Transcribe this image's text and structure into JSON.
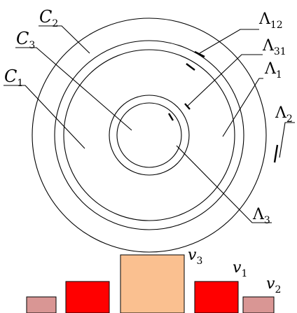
{
  "diagram": {
    "regions": [
      {
        "id": "C2",
        "letter": "C",
        "sub": "2"
      },
      {
        "id": "C3",
        "letter": "C",
        "sub": "3"
      },
      {
        "id": "C1",
        "letter": "C",
        "sub": "1"
      }
    ],
    "boundaries": [
      {
        "id": "L12",
        "letter": "Λ",
        "sub": "12"
      },
      {
        "id": "L31",
        "letter": "Λ",
        "sub": "31"
      },
      {
        "id": "L1",
        "letter": "Λ",
        "sub": "1"
      },
      {
        "id": "L2",
        "letter": "Λ",
        "sub": "2"
      },
      {
        "id": "L3",
        "letter": "Λ",
        "sub": "3"
      }
    ]
  },
  "bars": [
    {
      "id": "b1",
      "color": "#d99694"
    },
    {
      "id": "b2",
      "color": "#ff0000"
    },
    {
      "id": "b3",
      "color": "#fac090",
      "label": "v",
      "sub": "3"
    },
    {
      "id": "b4",
      "color": "#ff0000",
      "label": "v",
      "sub": "1"
    },
    {
      "id": "b5",
      "color": "#d99694",
      "label": "v",
      "sub": "2"
    }
  ]
}
